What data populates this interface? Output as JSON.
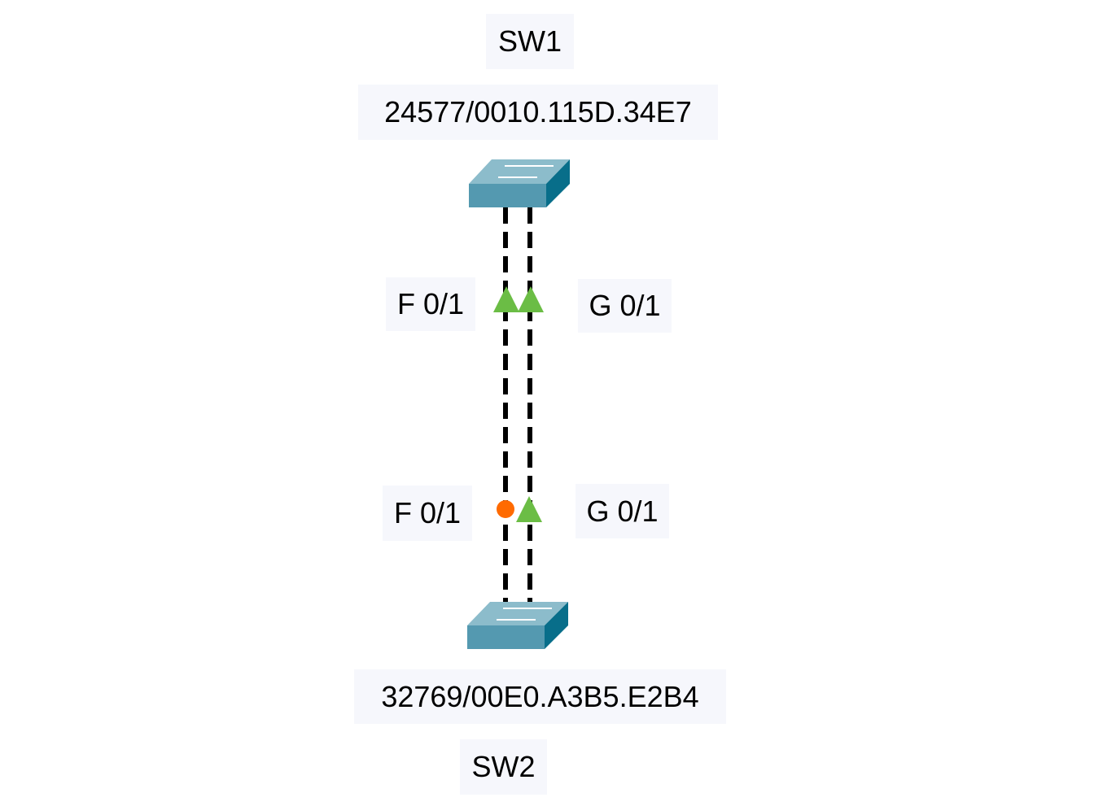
{
  "switches": [
    {
      "name": "SW1",
      "bridge_id": "24577/0010.115D.34E7"
    },
    {
      "name": "SW2",
      "bridge_id": "32769/00E0.A3B5.E2B4"
    }
  ],
  "links": [
    {
      "sw1_port": "F 0/1",
      "sw1_state": "forwarding",
      "sw2_port": "F 0/1",
      "sw2_state": "blocking"
    },
    {
      "sw1_port": "G 0/1",
      "sw1_state": "forwarding",
      "sw2_port": "G 0/1",
      "sw2_state": "forwarding"
    }
  ],
  "colors": {
    "forwarding": "#6bbd45",
    "blocking": "#ff6a00",
    "switch": "#5499b0",
    "cable": "#000000"
  }
}
